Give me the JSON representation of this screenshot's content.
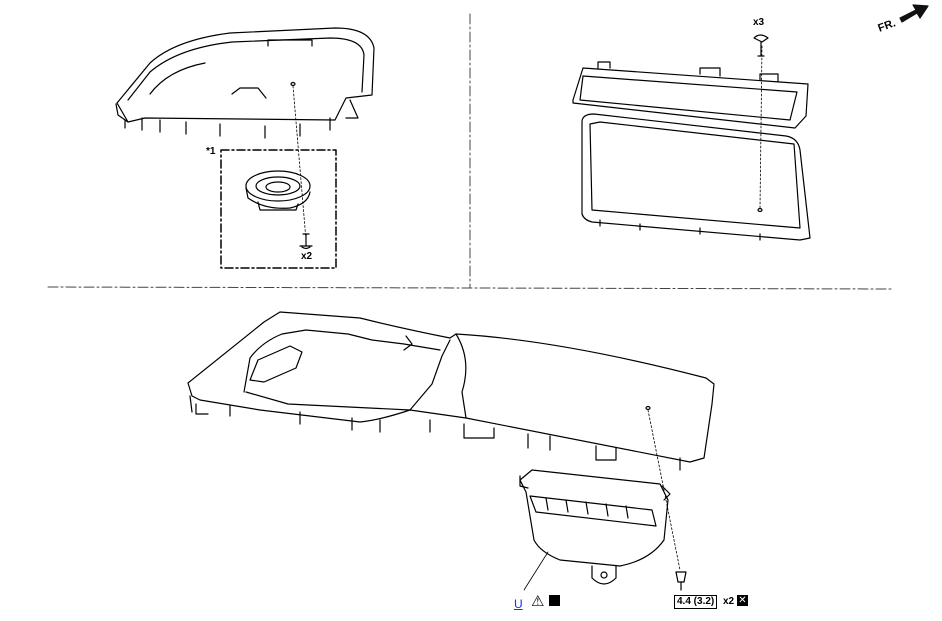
{
  "labels": {
    "front_direction": "FR.",
    "item_ref": "*1",
    "speaker_screw_qty": "x2",
    "display_screw_qty": "x3",
    "torque_value": "4.4 (3.2)",
    "torque_screw_qty": "x2",
    "link_text": "U",
    "warning_symbol": "⚠",
    "no_reuse_symbol": "✕"
  }
}
